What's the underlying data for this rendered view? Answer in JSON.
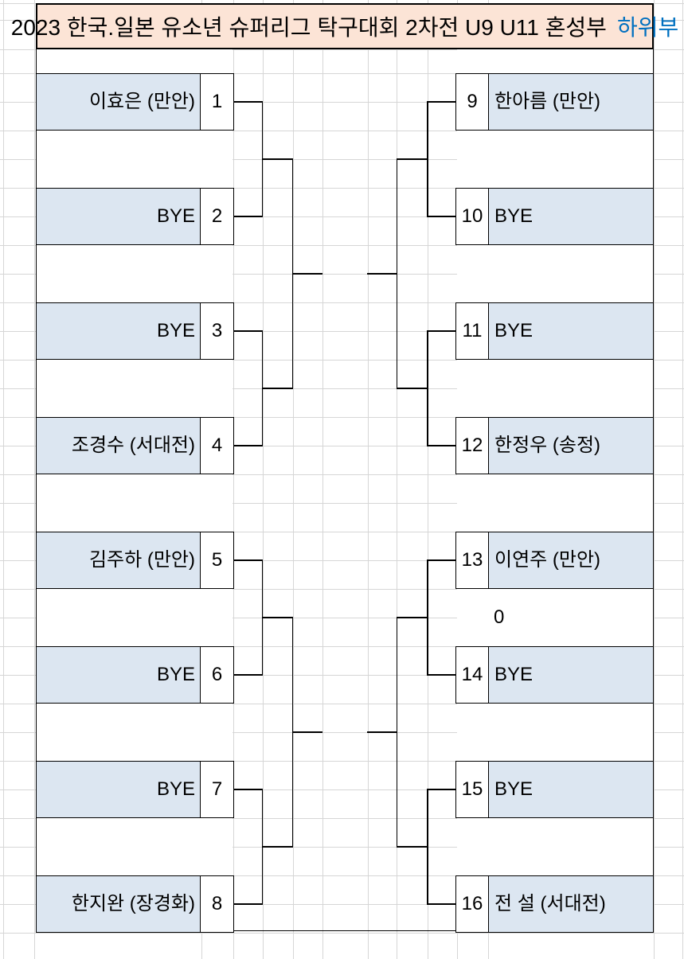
{
  "title": {
    "main": "2023 한국.일본 유소년 슈퍼리그 탁구대회 2차전 U9 U11 혼성부",
    "highlight": "하위부"
  },
  "bracket": {
    "left": [
      {
        "seed": "1",
        "name": "이효은 (만안)"
      },
      {
        "seed": "2",
        "name": "BYE"
      },
      {
        "seed": "3",
        "name": "BYE"
      },
      {
        "seed": "4",
        "name": "조경수 (서대전)"
      },
      {
        "seed": "5",
        "name": "김주하 (만안)"
      },
      {
        "seed": "6",
        "name": "BYE"
      },
      {
        "seed": "7",
        "name": "BYE"
      },
      {
        "seed": "8",
        "name": "한지완 (장경화)"
      }
    ],
    "right": [
      {
        "seed": "9",
        "name": "한아름 (만안)"
      },
      {
        "seed": "10",
        "name": "BYE"
      },
      {
        "seed": "11",
        "name": "BYE"
      },
      {
        "seed": "12",
        "name": "한정우 (송정)"
      },
      {
        "seed": "13",
        "name": "이연주 (만안)"
      },
      {
        "seed": "14",
        "name": "BYE"
      },
      {
        "seed": "15",
        "name": "BYE"
      },
      {
        "seed": "16",
        "name": "전 설 (서대전)"
      }
    ],
    "score_annotation": "0"
  },
  "colors": {
    "title_background": "#fce4d6",
    "title_highlight": "#0070c0",
    "entry_background": "#dce6f1",
    "line": "#000000",
    "gridline": "#d6d6d6"
  }
}
